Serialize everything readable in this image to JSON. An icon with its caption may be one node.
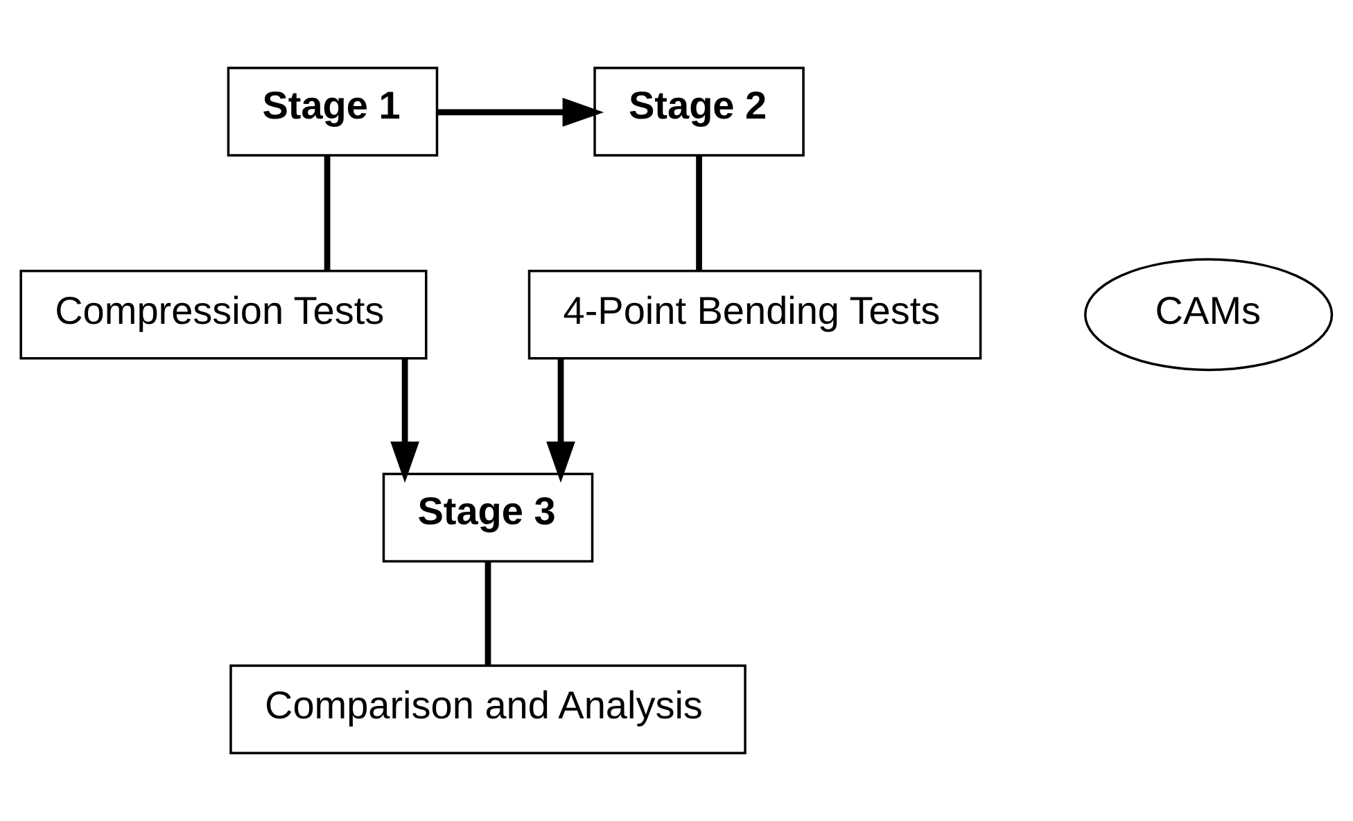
{
  "diagram": {
    "nodes": [
      {
        "text": [
          "Stage 1"
        ]
      },
      {
        "text": [
          "Stage 2"
        ]
      },
      {
        "text": [
          "Compression Tests"
        ]
      },
      {
        "text": [
          "CAMs"
        ]
      },
      {
        "text": [
          "4-Point Bending Tests"
        ]
      },
      {
        "text": [
          "Stage 3"
        ]
      },
      {
        "text": [
          "Comparison and Analysis"
        ]
      }
    ],
    "edges": [
      {
        "from": 0,
        "to": 1,
        "arrow": "to"
      },
      {
        "from": 0,
        "to": 2,
        "arrow": "none"
      },
      {
        "from": 1,
        "to": 4,
        "arrow": "none"
      },
      {
        "from": 2,
        "to": 5,
        "arrow": "to"
      },
      {
        "from": 4,
        "to": 5,
        "arrow": "to"
      },
      {
        "from": 5,
        "to": 6,
        "arrow": "none"
      }
    ]
  }
}
